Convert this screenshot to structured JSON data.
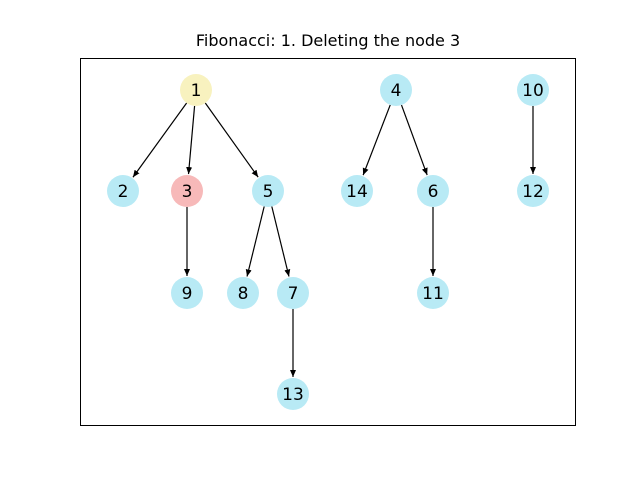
{
  "title": "Fibonacci: 1. Deleting the node 3",
  "colors": {
    "default_node": "#b8eaf5",
    "root_highlight": "#f8f2bf",
    "deleted_node": "#f7b9b9",
    "edge": "#000000",
    "frame": "#000000"
  },
  "nodes": [
    {
      "id": "n1",
      "label": "1",
      "status": "root_highlight"
    },
    {
      "id": "n2",
      "label": "2",
      "status": "default_node"
    },
    {
      "id": "n3",
      "label": "3",
      "status": "deleted_node"
    },
    {
      "id": "n5",
      "label": "5",
      "status": "default_node"
    },
    {
      "id": "n9",
      "label": "9",
      "status": "default_node"
    },
    {
      "id": "n8",
      "label": "8",
      "status": "default_node"
    },
    {
      "id": "n7",
      "label": "7",
      "status": "default_node"
    },
    {
      "id": "n13",
      "label": "13",
      "status": "default_node"
    },
    {
      "id": "n4",
      "label": "4",
      "status": "default_node"
    },
    {
      "id": "n14",
      "label": "14",
      "status": "default_node"
    },
    {
      "id": "n6",
      "label": "6",
      "status": "default_node"
    },
    {
      "id": "n11",
      "label": "11",
      "status": "default_node"
    },
    {
      "id": "n10",
      "label": "10",
      "status": "default_node"
    },
    {
      "id": "n12",
      "label": "12",
      "status": "default_node"
    }
  ],
  "edges": [
    {
      "from": "n1",
      "to": "n2"
    },
    {
      "from": "n1",
      "to": "n3"
    },
    {
      "from": "n1",
      "to": "n5"
    },
    {
      "from": "n3",
      "to": "n9"
    },
    {
      "from": "n5",
      "to": "n8"
    },
    {
      "from": "n5",
      "to": "n7"
    },
    {
      "from": "n7",
      "to": "n13"
    },
    {
      "from": "n4",
      "to": "n14"
    },
    {
      "from": "n4",
      "to": "n6"
    },
    {
      "from": "n6",
      "to": "n11"
    },
    {
      "from": "n10",
      "to": "n12"
    }
  ]
}
